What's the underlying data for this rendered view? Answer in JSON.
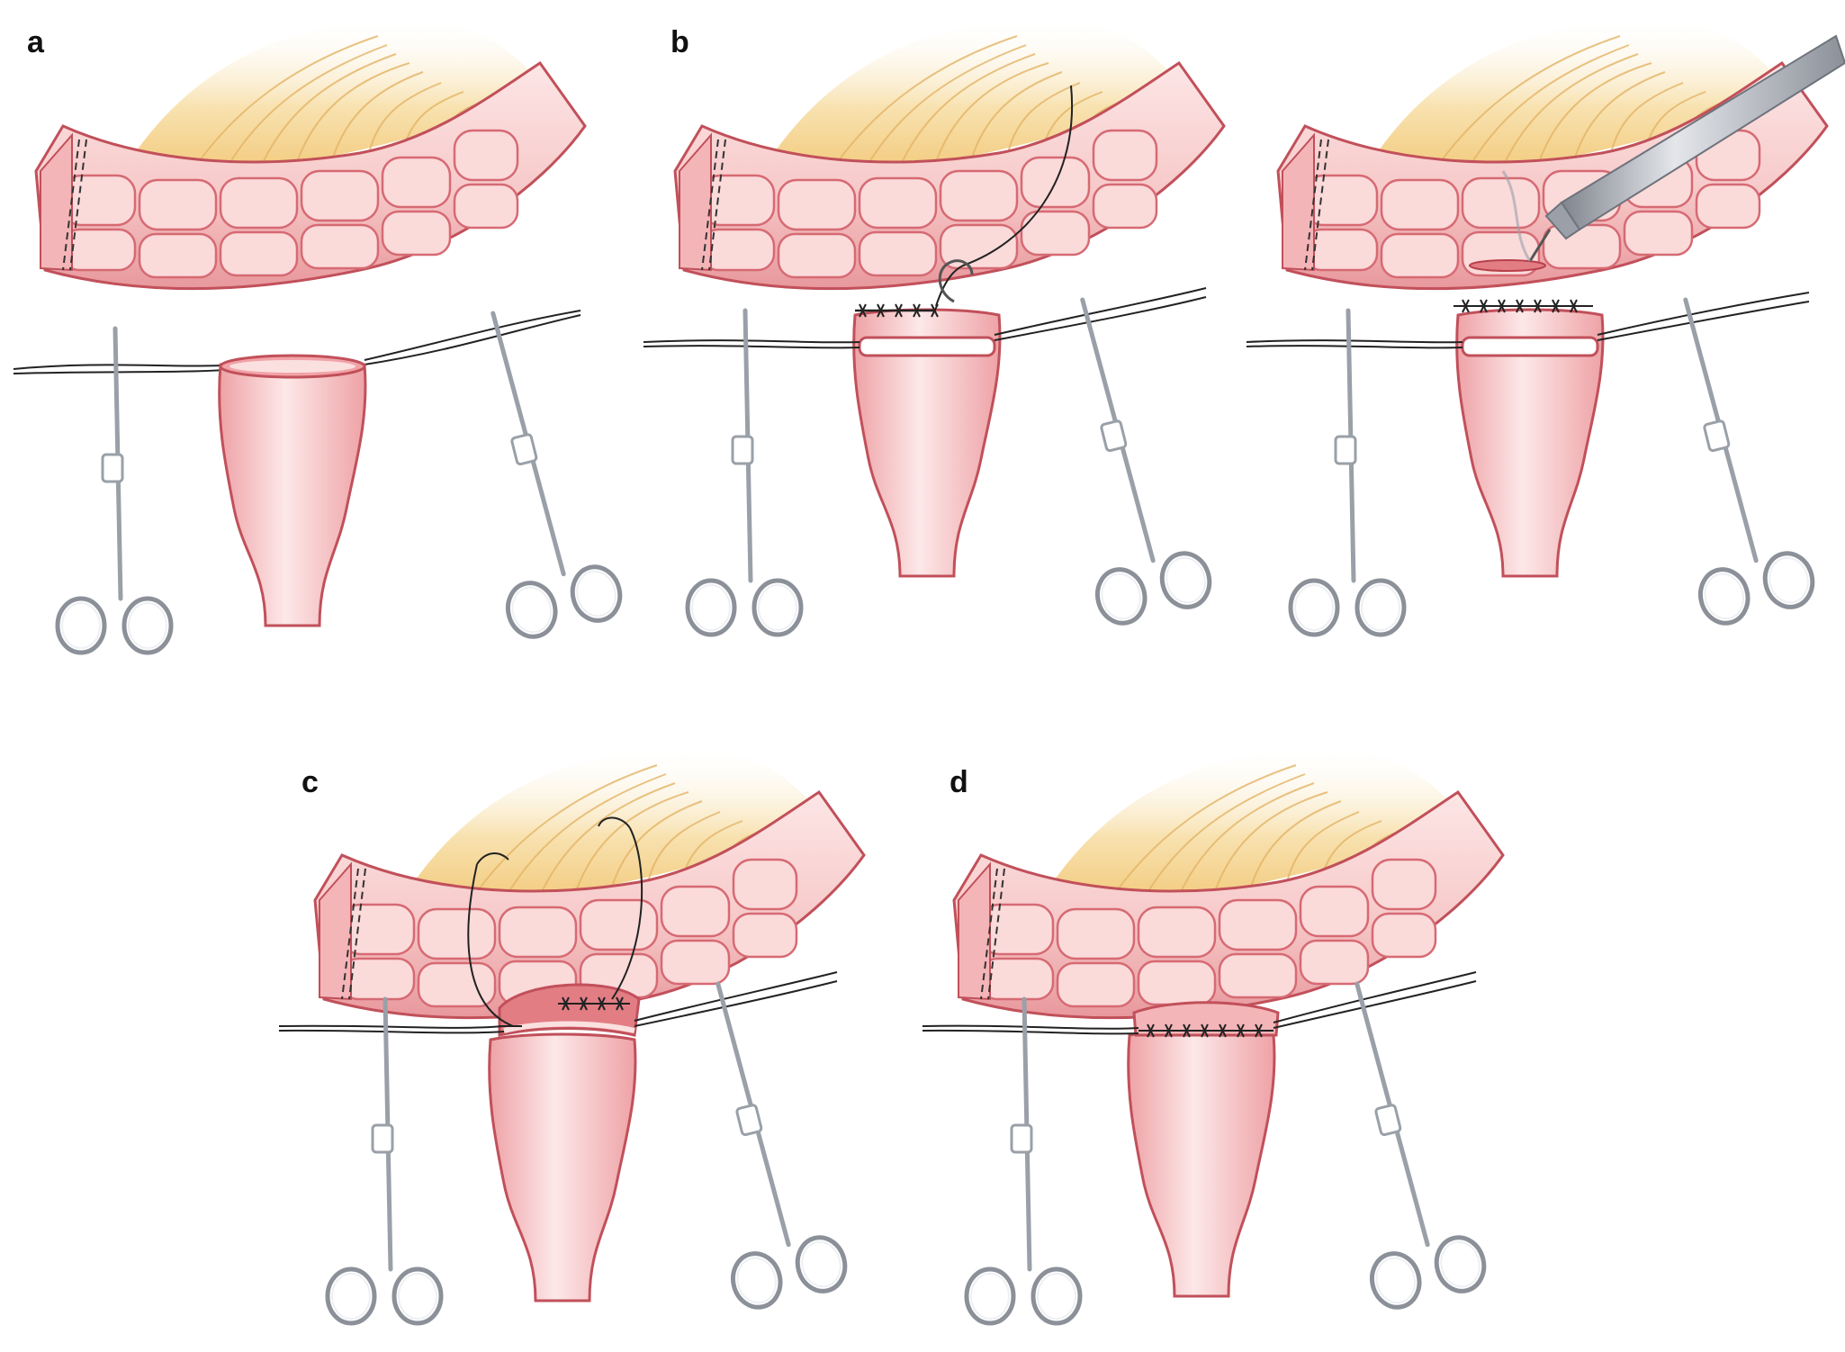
{
  "figure": {
    "panel_labels": {
      "a": "a",
      "b": "b",
      "c": "c",
      "d": "d"
    }
  },
  "colors": {
    "bowel_fill": "#f6c3c3",
    "bowel_outline": "#c1505a",
    "bowel_highlight": "#fde8e8",
    "mesentery": "#f5d99b",
    "mesentery_lines": "#e0b060",
    "instrument": "#b8bcc4",
    "instrument_dark": "#6e737c",
    "suture": "#222222"
  },
  "icons": {
    "clamp": "hemostat-clamp-icon",
    "needle": "curved-needle-icon",
    "cautery": "electrocautery-probe-icon"
  }
}
